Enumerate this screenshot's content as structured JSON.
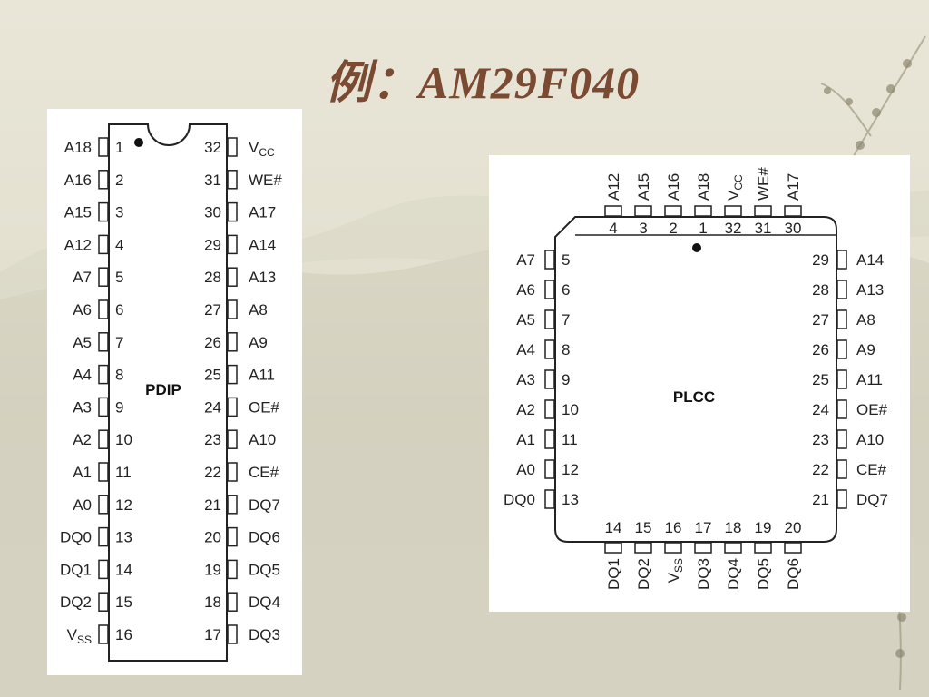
{
  "slide": {
    "title": "例：AM29F040"
  },
  "pdip": {
    "label": "PDIP",
    "left_pins": [
      {
        "num": "1",
        "name": "A18"
      },
      {
        "num": "2",
        "name": "A16"
      },
      {
        "num": "3",
        "name": "A15"
      },
      {
        "num": "4",
        "name": "A12"
      },
      {
        "num": "5",
        "name": "A7"
      },
      {
        "num": "6",
        "name": "A6"
      },
      {
        "num": "7",
        "name": "A5"
      },
      {
        "num": "8",
        "name": "A4"
      },
      {
        "num": "9",
        "name": "A3"
      },
      {
        "num": "10",
        "name": "A2"
      },
      {
        "num": "11",
        "name": "A1"
      },
      {
        "num": "12",
        "name": "A0"
      },
      {
        "num": "13",
        "name": "DQ0"
      },
      {
        "num": "14",
        "name": "DQ1"
      },
      {
        "num": "15",
        "name": "DQ2"
      },
      {
        "num": "16",
        "name": "V",
        "sub": "SS"
      }
    ],
    "right_pins": [
      {
        "num": "32",
        "name": "V",
        "sub": "CC"
      },
      {
        "num": "31",
        "name": "WE#"
      },
      {
        "num": "30",
        "name": "A17"
      },
      {
        "num": "29",
        "name": "A14"
      },
      {
        "num": "28",
        "name": "A13"
      },
      {
        "num": "27",
        "name": "A8"
      },
      {
        "num": "26",
        "name": "A9"
      },
      {
        "num": "25",
        "name": "A11"
      },
      {
        "num": "24",
        "name": "OE#"
      },
      {
        "num": "23",
        "name": "A10"
      },
      {
        "num": "22",
        "name": "CE#"
      },
      {
        "num": "21",
        "name": "DQ7"
      },
      {
        "num": "20",
        "name": "DQ6"
      },
      {
        "num": "19",
        "name": "DQ5"
      },
      {
        "num": "18",
        "name": "DQ4"
      },
      {
        "num": "17",
        "name": "DQ3"
      }
    ]
  },
  "plcc": {
    "label": "PLCC",
    "top_pins": [
      {
        "num": "4",
        "name": "A12"
      },
      {
        "num": "3",
        "name": "A15"
      },
      {
        "num": "2",
        "name": "A16"
      },
      {
        "num": "1",
        "name": "A18"
      },
      {
        "num": "32",
        "name": "V",
        "sub": "CC"
      },
      {
        "num": "31",
        "name": "WE#"
      },
      {
        "num": "30",
        "name": "A17"
      }
    ],
    "left_pins": [
      {
        "num": "5",
        "name": "A7"
      },
      {
        "num": "6",
        "name": "A6"
      },
      {
        "num": "7",
        "name": "A5"
      },
      {
        "num": "8",
        "name": "A4"
      },
      {
        "num": "9",
        "name": "A3"
      },
      {
        "num": "10",
        "name": "A2"
      },
      {
        "num": "11",
        "name": "A1"
      },
      {
        "num": "12",
        "name": "A0"
      },
      {
        "num": "13",
        "name": "DQ0"
      }
    ],
    "right_pins": [
      {
        "num": "29",
        "name": "A14"
      },
      {
        "num": "28",
        "name": "A13"
      },
      {
        "num": "27",
        "name": "A8"
      },
      {
        "num": "26",
        "name": "A9"
      },
      {
        "num": "25",
        "name": "A11"
      },
      {
        "num": "24",
        "name": "OE#"
      },
      {
        "num": "23",
        "name": "A10"
      },
      {
        "num": "22",
        "name": "CE#"
      },
      {
        "num": "21",
        "name": "DQ7"
      }
    ],
    "bottom_pins": [
      {
        "num": "14",
        "name": "DQ1"
      },
      {
        "num": "15",
        "name": "DQ2"
      },
      {
        "num": "16",
        "name": "V",
        "sub": "SS"
      },
      {
        "num": "17",
        "name": "DQ3"
      },
      {
        "num": "18",
        "name": "DQ4"
      },
      {
        "num": "19",
        "name": "DQ5"
      },
      {
        "num": "20",
        "name": "DQ6"
      }
    ]
  }
}
